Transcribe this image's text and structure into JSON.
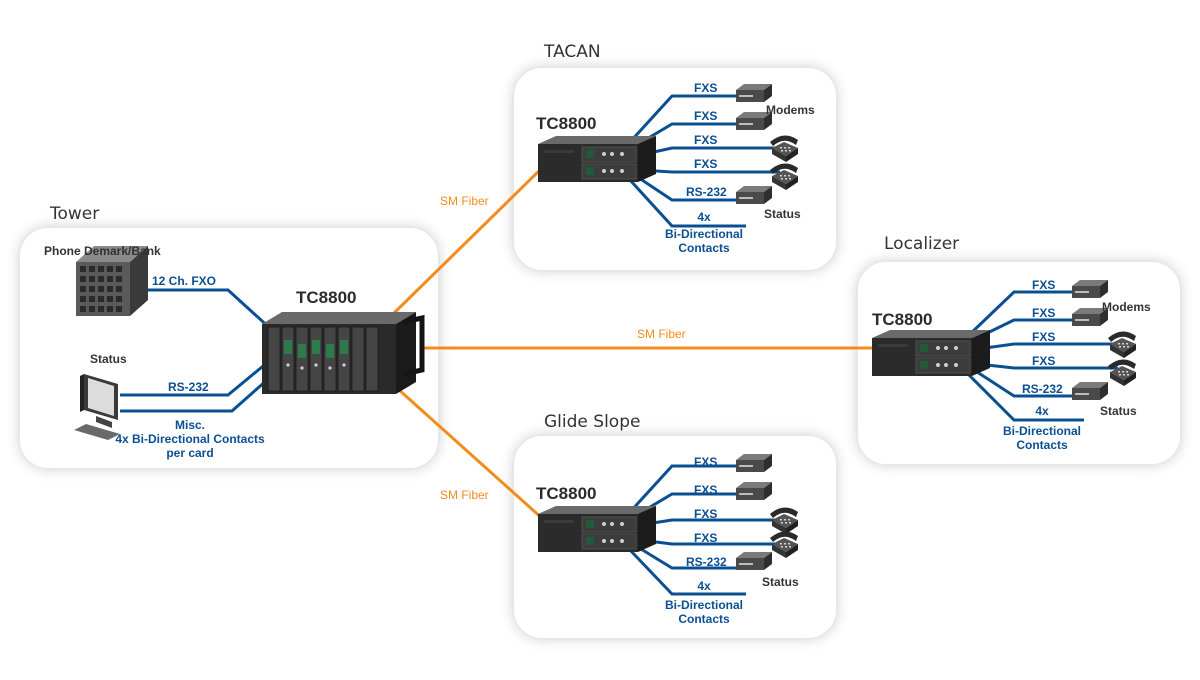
{
  "tower": {
    "title": "Tower",
    "device": "TC8800",
    "phone_bank_label": "Phone Demark/Bank",
    "fxo_label": "12 Ch. FXO",
    "status_label": "Status",
    "rs232_label": "RS-232",
    "contacts_label": {
      "line1": "Misc.",
      "line2": "4x Bi-Directional Contacts",
      "line3": "per card"
    }
  },
  "tacan": {
    "title": "TACAN",
    "device": "TC8800",
    "ports": [
      "FXS",
      "FXS",
      "FXS",
      "FXS",
      "RS-232"
    ],
    "modems_label": "Modems",
    "status_label": "Status",
    "contacts_label": {
      "line1": "4x",
      "line2": "Bi-Directional",
      "line3": "Contacts"
    }
  },
  "localizer": {
    "title": "Localizer",
    "device": "TC8800",
    "ports": [
      "FXS",
      "FXS",
      "FXS",
      "FXS",
      "RS-232"
    ],
    "modems_label": "Modems",
    "status_label": "Status",
    "contacts_label": {
      "line1": "4x",
      "line2": "Bi-Directional",
      "line3": "Contacts"
    }
  },
  "glide_slope": {
    "title": "Glide Slope",
    "device": "TC8800",
    "ports": [
      "FXS",
      "FXS",
      "FXS",
      "FXS",
      "RS-232"
    ],
    "status_label": "Status",
    "contacts_label": {
      "line1": "4x",
      "line2": "Bi-Directional",
      "line3": "Contacts"
    }
  },
  "links": {
    "fiber_tacan": "SM Fiber",
    "fiber_localizer": "SM Fiber",
    "fiber_glide": "SM Fiber"
  },
  "colors": {
    "fiber": "#f28c1e",
    "copper": "#0b4f93",
    "label": "#0b4f93",
    "title": "#333333"
  }
}
